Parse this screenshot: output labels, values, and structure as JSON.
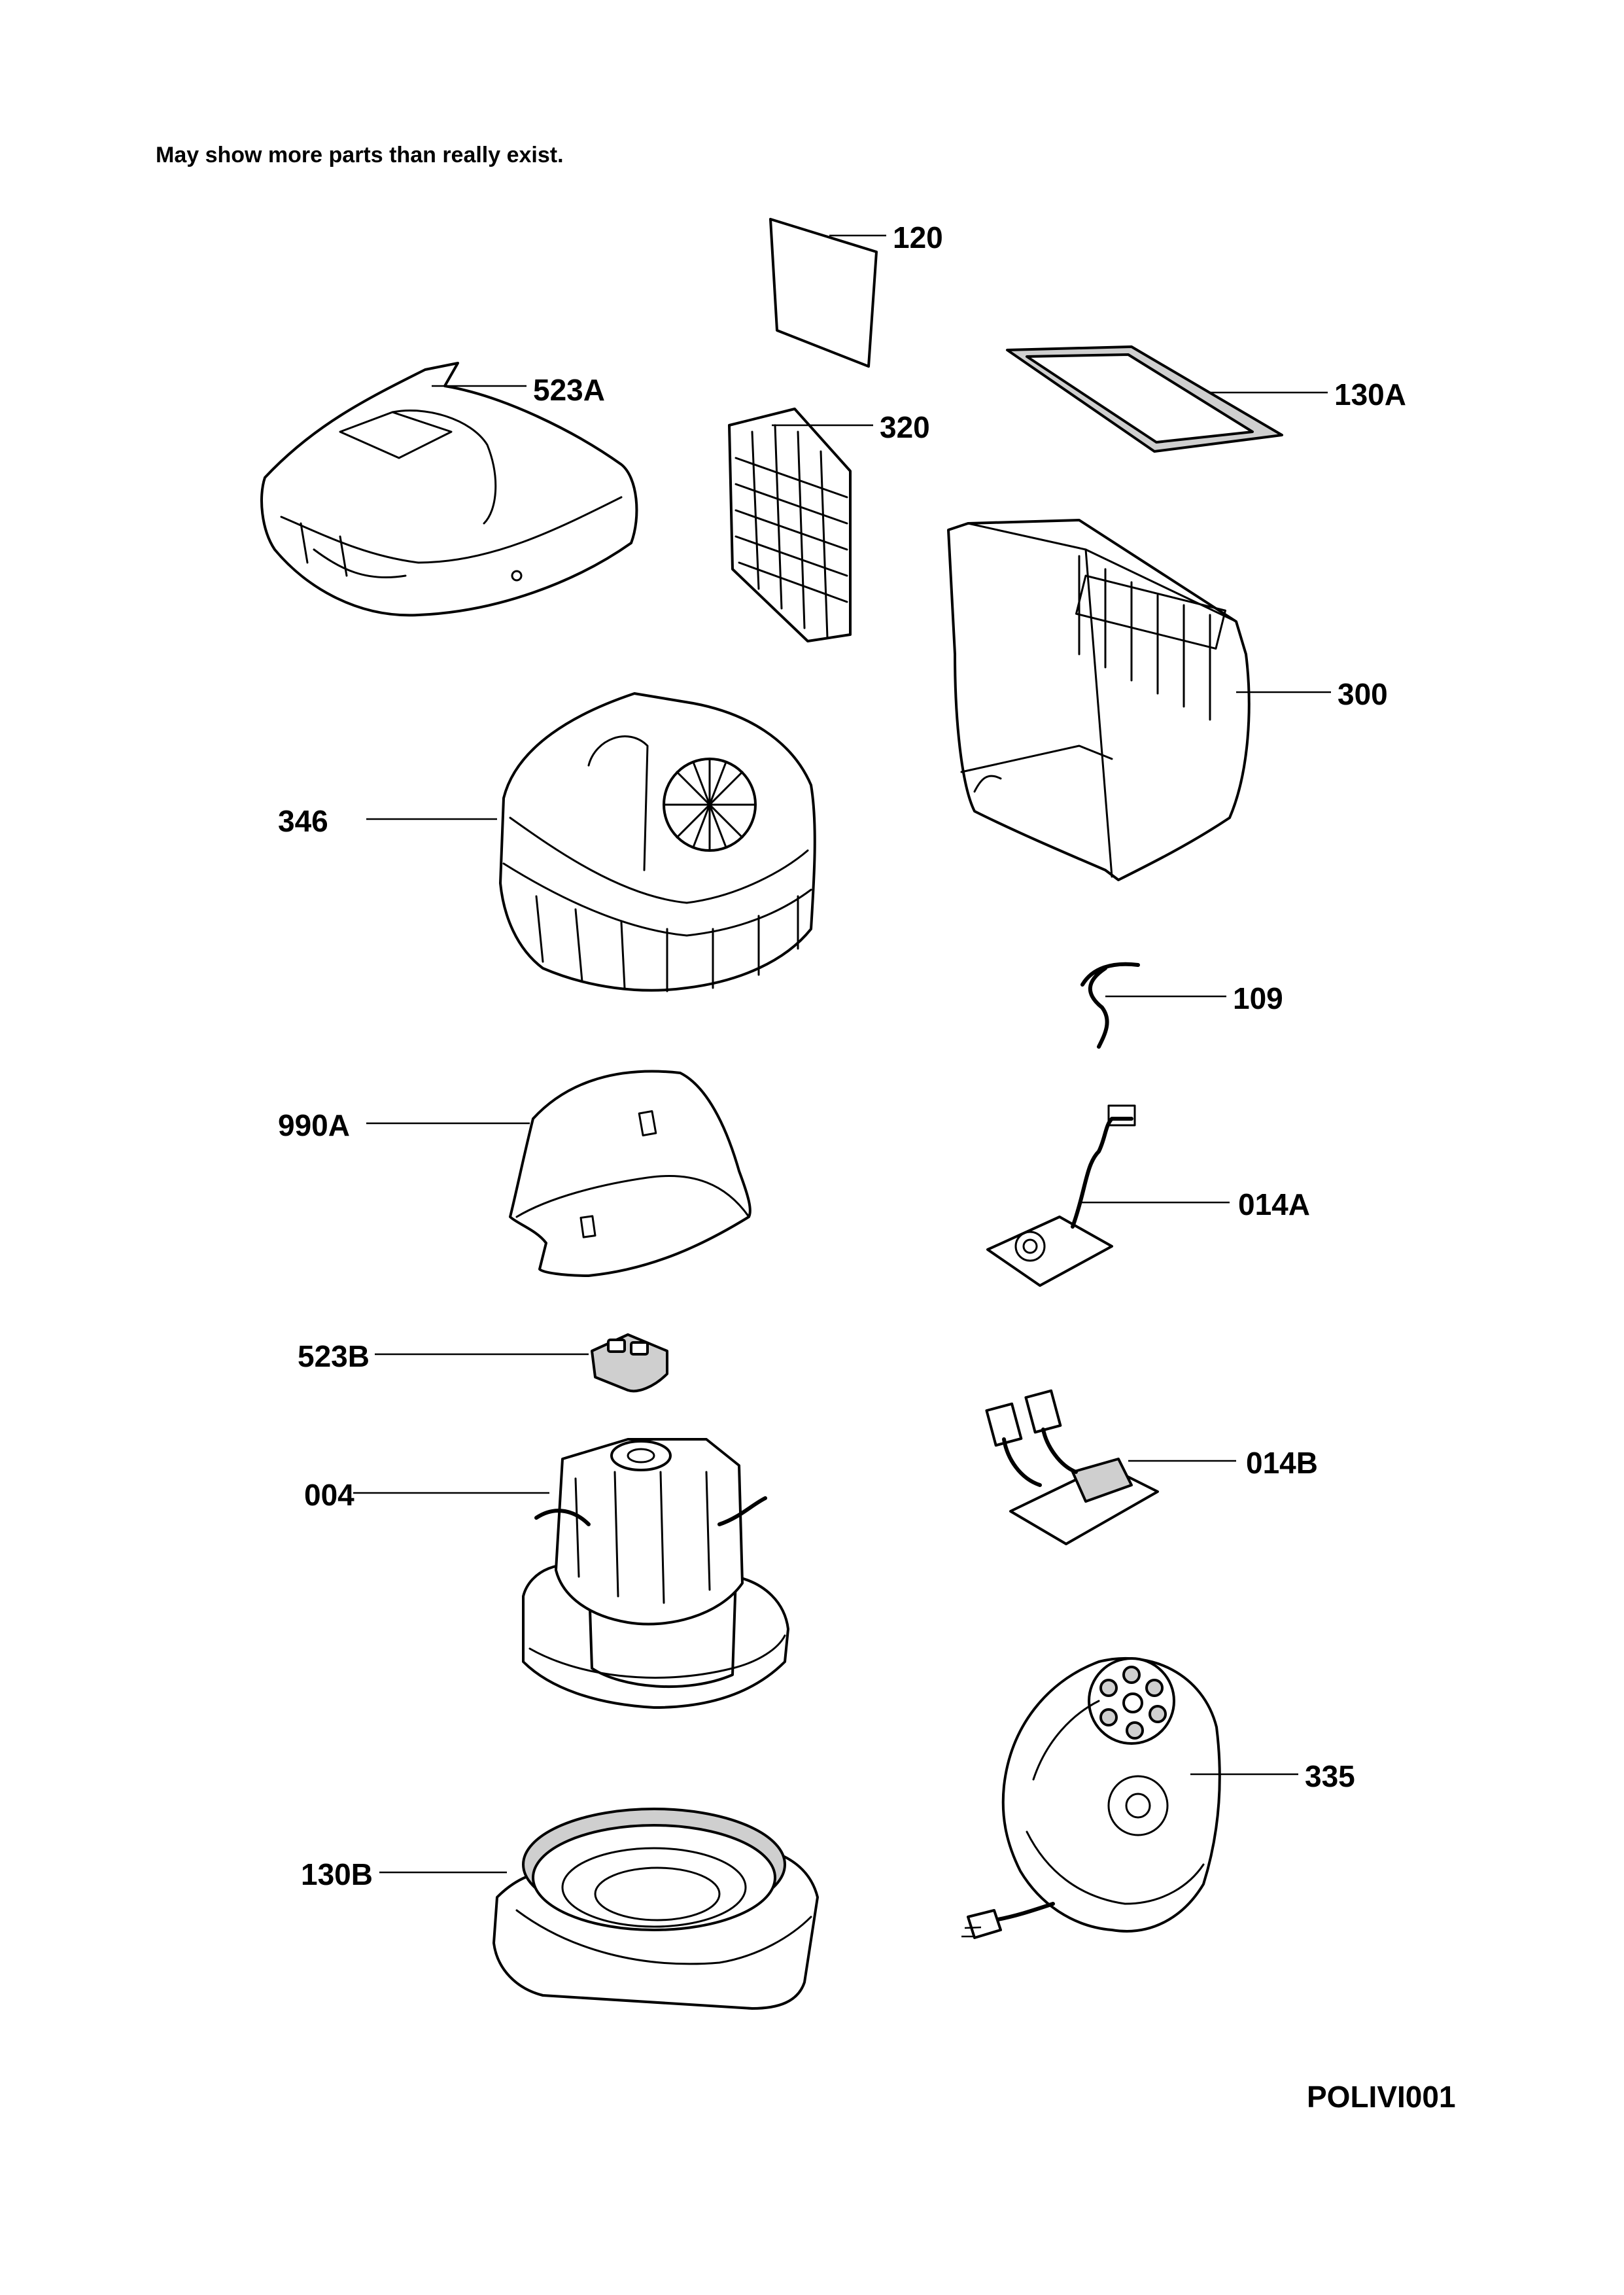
{
  "header": {
    "note": "May show more parts than really exist."
  },
  "footer": {
    "drawing_code": "POLIVI001"
  },
  "parts": [
    {
      "id": "p120",
      "label": "120"
    },
    {
      "id": "p523a",
      "label": "523A"
    },
    {
      "id": "p130a",
      "label": "130A"
    },
    {
      "id": "p320",
      "label": "320"
    },
    {
      "id": "p300",
      "label": "300"
    },
    {
      "id": "p346",
      "label": "346"
    },
    {
      "id": "p109",
      "label": "109"
    },
    {
      "id": "p990a",
      "label": "990A"
    },
    {
      "id": "p014a",
      "label": "014A"
    },
    {
      "id": "p523b",
      "label": "523B"
    },
    {
      "id": "p014b",
      "label": "014B"
    },
    {
      "id": "p004",
      "label": "004"
    },
    {
      "id": "p335",
      "label": "335"
    },
    {
      "id": "p130b",
      "label": "130B"
    }
  ]
}
